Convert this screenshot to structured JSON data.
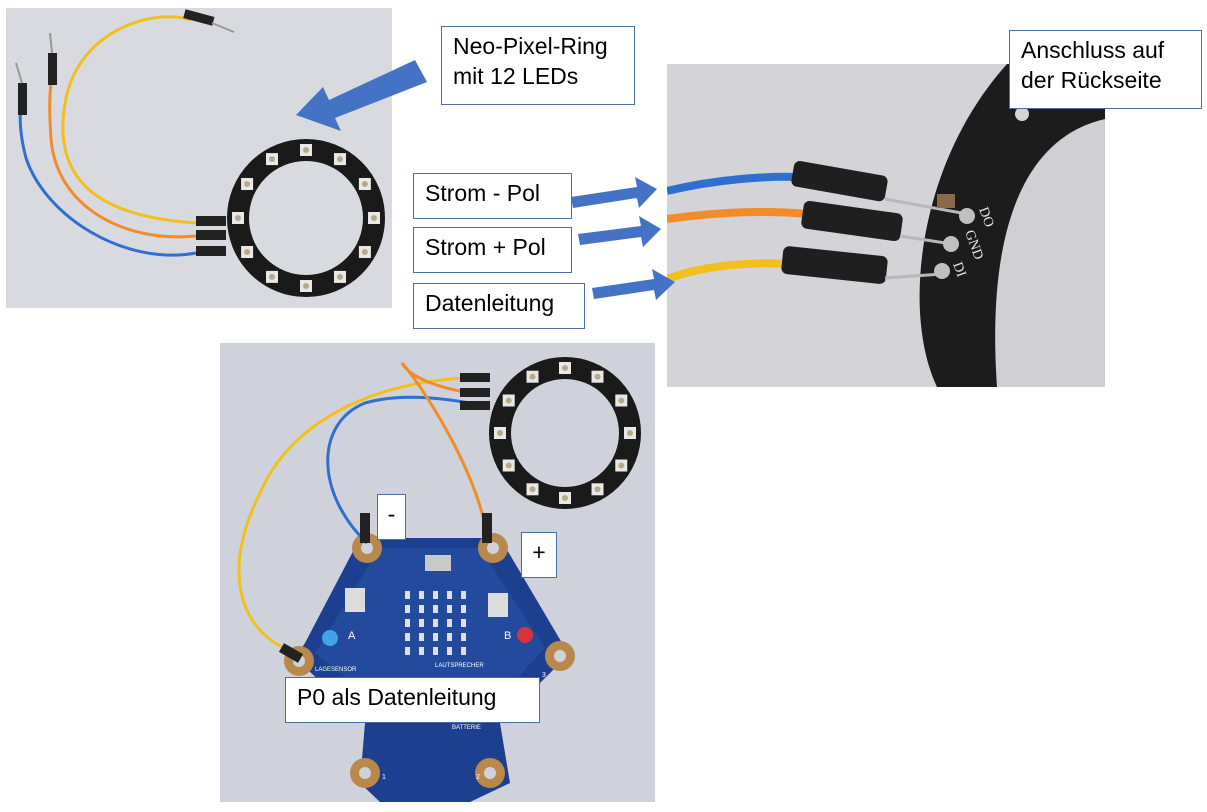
{
  "labels": {
    "ring": "Neo-Pixel-Ring\nmit 12 LEDs",
    "backside": "Anschluss auf\nder Rückseite",
    "minus_pole": "Strom - Pol",
    "plus_pole": "Strom + Pol",
    "data_line": "Datenleitung",
    "minus": "-",
    "plus": "+",
    "p0": "P0 als Datenleitung"
  },
  "pcb_silkscreen": {
    "pin_gnd": "GND",
    "pin_do": "DO",
    "pin_di": "DI",
    "button_a": "A",
    "button_b": "B",
    "sensor": "LAGESENSOR",
    "speaker": "LAUTSPRECHER",
    "battery": "BATTERIE",
    "pad_1": "1",
    "pad_2": "2",
    "pad_3": "3"
  },
  "colors": {
    "label_border": "#4a6fa5",
    "arrow": "#4472c4",
    "wire_blue": "#2f6fd0",
    "wire_orange": "#f28c28",
    "wire_yellow": "#f2c01e",
    "pcb": "#1d3f8f",
    "pad": "#b8894a",
    "led_ring": "#1a1a1a"
  }
}
